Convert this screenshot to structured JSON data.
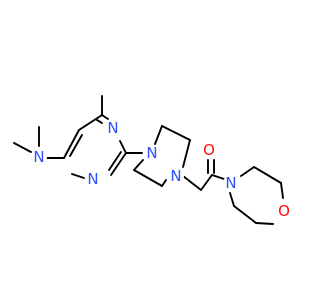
{
  "molecule": {
    "colors": {
      "bond": "#000000",
      "nitrogen": "#3050F8",
      "oxygen": "#FF0D0D"
    },
    "atoms": {
      "n_dimethyl": "N",
      "n_pyrimidine_1": "N",
      "n_pyrimidine_2": "N",
      "n_piperazine_1": "N",
      "n_piperazine_2": "N",
      "o_carbonyl": "O",
      "n_morpholine": "N",
      "o_morpholine": "O"
    }
  }
}
